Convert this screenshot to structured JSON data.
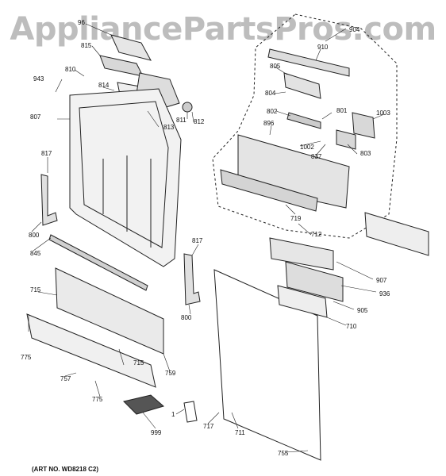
{
  "watermark": "AppliancePartsPros.com",
  "art_number": "(ART NO. WD8218 C2)",
  "callouts": [
    "96",
    "815",
    "810",
    "943",
    "814",
    "807",
    "813",
    "811",
    "812",
    "817",
    "800",
    "845",
    "715",
    "775",
    "757",
    "715",
    "775",
    "759",
    "817",
    "800",
    "999",
    "1",
    "717",
    "711",
    "755",
    "904",
    "910",
    "805",
    "804",
    "802",
    "801",
    "1003",
    "896",
    "1002",
    "837",
    "803",
    "719",
    "712",
    "907",
    "936",
    "905",
    "710"
  ]
}
